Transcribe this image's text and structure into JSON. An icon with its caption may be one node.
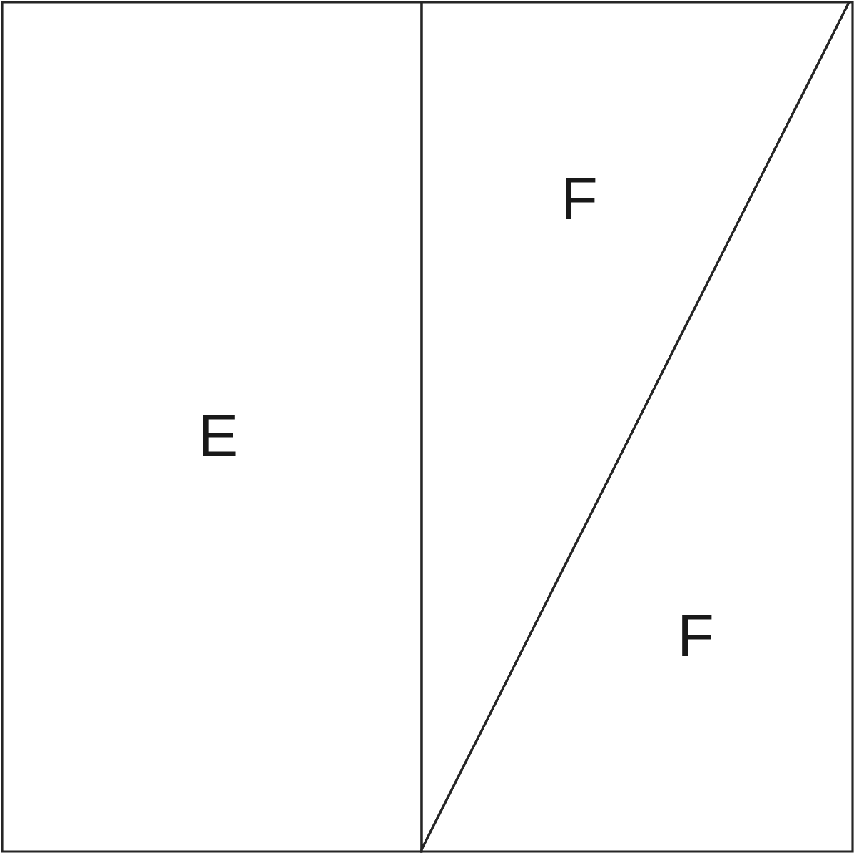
{
  "diagram": {
    "nodes": [
      {
        "text": [
          "E"
        ]
      },
      {
        "text": [
          "F"
        ]
      },
      {
        "text": [
          "F"
        ]
      }
    ]
  }
}
